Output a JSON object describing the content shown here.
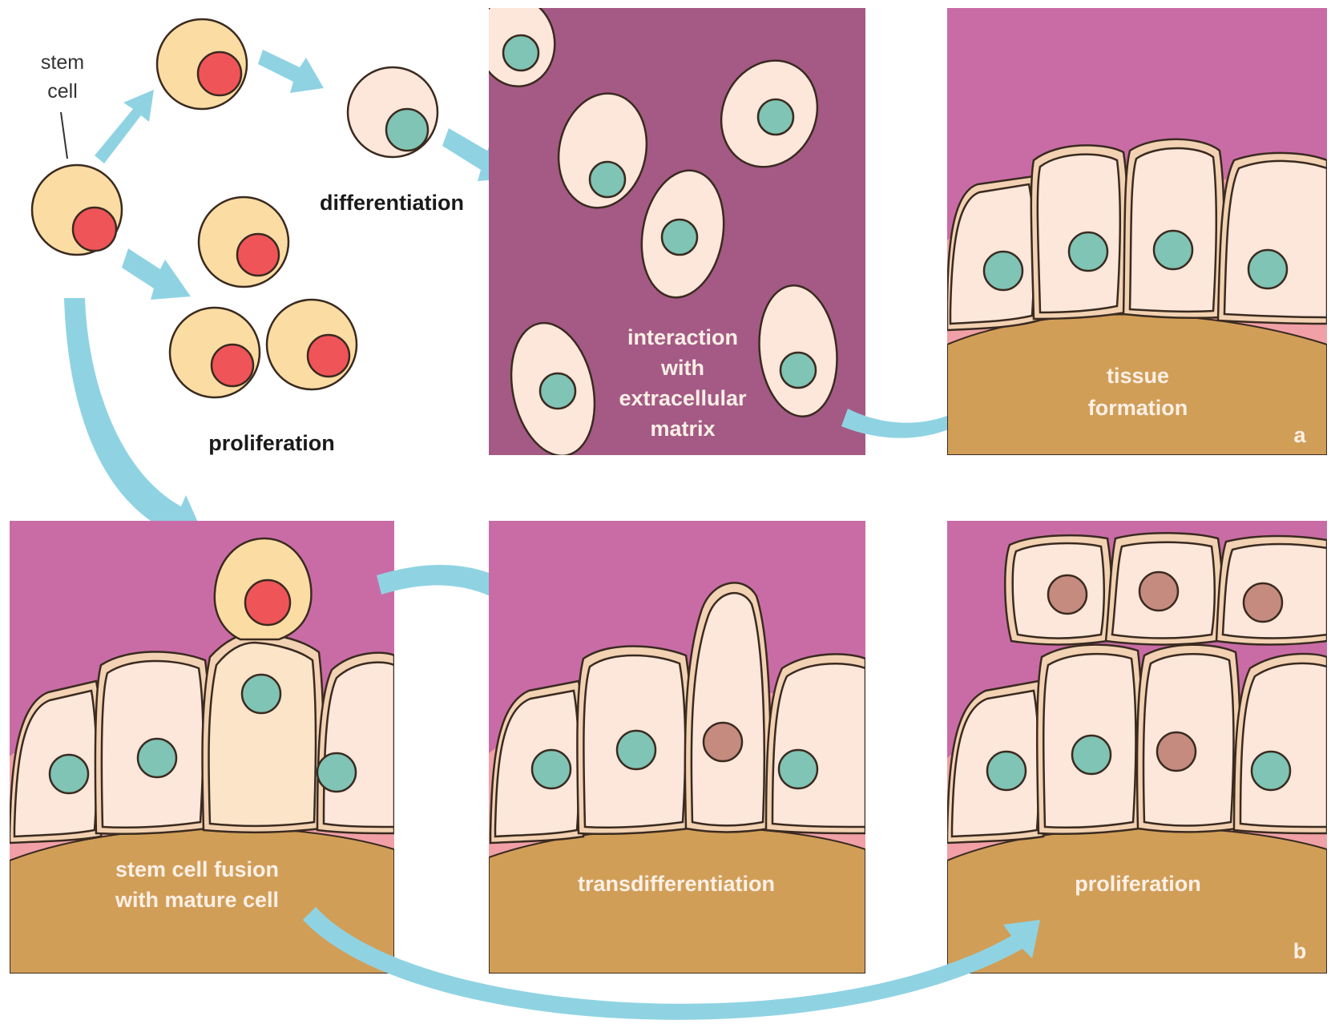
{
  "labels": {
    "stem_cell_line1": "stem",
    "stem_cell_line2": "cell",
    "differentiation": "differentiation",
    "proliferation_top": "proliferation",
    "ecm_line1": "interaction",
    "ecm_line2": "with",
    "ecm_line3": "extracellular",
    "ecm_line4": "matrix",
    "tissue_line1": "tissue",
    "tissue_line2": "formation",
    "panel_a": "a",
    "fusion_line1": "stem cell fusion",
    "fusion_line2": "with mature cell",
    "transdifferentiation": "transdifferentiation",
    "proliferation_bottom": "proliferation",
    "panel_b": "b"
  },
  "colors": {
    "background_purple": "#a45a85",
    "panel_pink": "#c96ca6",
    "base_tan": "#d19e58",
    "basement_pink": "#f0a0a6",
    "cell_outline": "#f2d2b2",
    "cell_fill": "#fde6da",
    "stem_fill": "#fbdca3",
    "nucleus_green": "#7fc4b4",
    "nucleus_red": "#ef5458",
    "nucleus_brown": "#c58b7f",
    "arrow_blue": "#8fd3e3"
  }
}
